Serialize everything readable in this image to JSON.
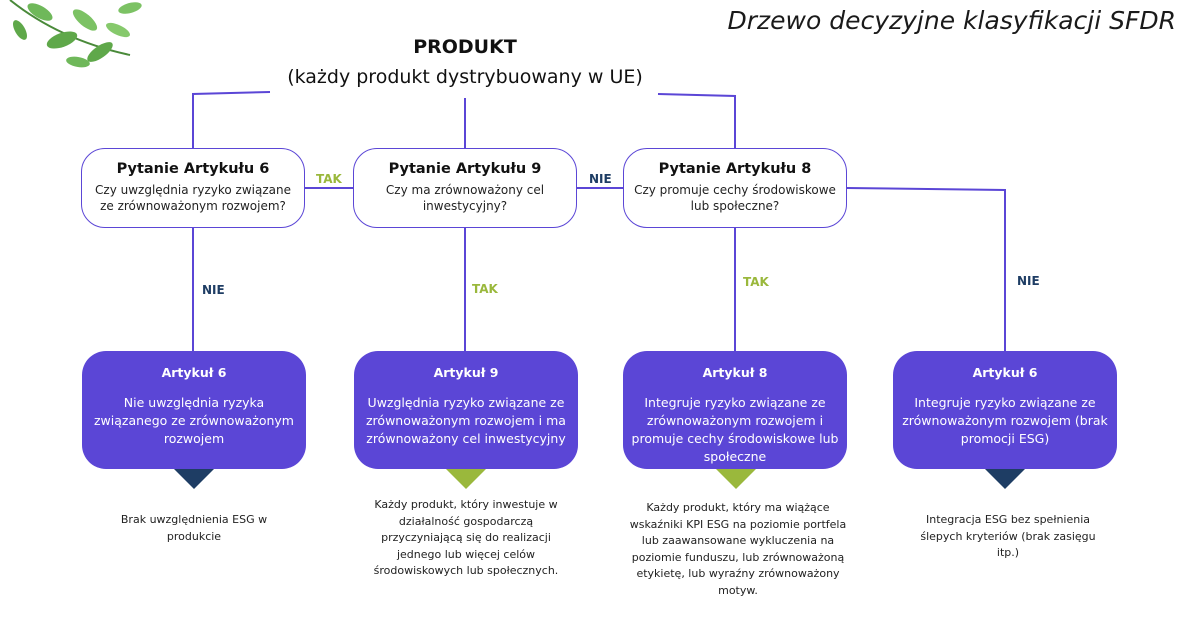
{
  "page_title": "Drzewo decyzyjne klasyfikacji SFDR",
  "root": {
    "title": "PRODUKT",
    "subtitle": "(każdy produkt dystrybuowany w UE)"
  },
  "questions": [
    {
      "title": "Pytanie Artykułu 6",
      "text": "Czy uwzględnia ryzyko związane ze zrównoważonym rozwojem?"
    },
    {
      "title": "Pytanie Artykułu 9",
      "text": "Czy ma zrównoważony cel inwestycyjny?"
    },
    {
      "title": "Pytanie Artykułu 8",
      "text": "Czy promuje cechy środowiskowe lub społeczne?"
    }
  ],
  "edge_labels": {
    "q6_to_q9": "TAK",
    "q9_to_q8": "NIE",
    "q6_down": "NIE",
    "q9_down": "TAK",
    "q8_down": "TAK",
    "q8_right_down": "NIE"
  },
  "results": [
    {
      "title": "Artykuł 6",
      "text": "Nie uwzględnia ryzyka związanego ze zrównoważonym rozwojem"
    },
    {
      "title": "Artykuł 9",
      "text": "Uwzględnia ryzyko związane ze zrównoważonym rozwojem i ma zrównoważony cel inwestycyjny"
    },
    {
      "title": "Artykuł 8",
      "text": "Integruje ryzyko związane ze zrównoważonym rozwojem i promuje cechy środowiskowe lub społeczne"
    },
    {
      "title": "Artykuł 6",
      "text": "Integruje ryzyko związane ze zrównoważonym rozwojem (brak promocji ESG)"
    }
  ],
  "notes": [
    "Brak uwzględnienia ESG w produkcie",
    "Każdy produkt, który inwestuje w działalność gospodarczą przyczyniającą się do realizacji jednego lub więcej celów środowiskowych lub społecznych.",
    "Każdy produkt, który ma wiążące wskaźniki KPI ESG na poziomie portfela lub zaawansowane wykluczenia na poziomie funduszu, lub zrównoważoną etykietę, lub wyraźny zrównoważony motyw.",
    "Integracja ESG bez spełnienia ślepych kryteriów (brak zasięgu itp.)"
  ],
  "colors": {
    "connector": "#5b46d6",
    "result_fill": "#5b46d6",
    "tak_label": "#9ab83c",
    "nie_label": "#1e3d64",
    "arrow_dark": "#1e3d64",
    "arrow_green": "#9ab83c",
    "leaf_green": "#5fa84a"
  },
  "icons": [
    "leaf-branch-icon"
  ]
}
